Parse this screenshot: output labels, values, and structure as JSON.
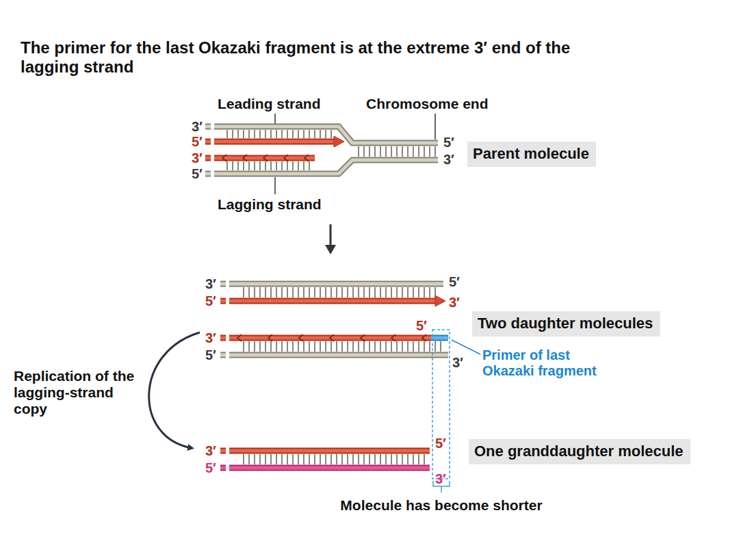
{
  "diagram": {
    "title": "The primer for the last Okazaki fragment is at the extreme 3′ end of the lagging strand",
    "nodes": [
      {
        "text": [
          "Parent molecule"
        ]
      },
      {
        "text": [
          "Two daughter molecules"
        ]
      },
      {
        "text": [
          "One granddaughter molecule"
        ]
      }
    ],
    "labels": [
      "Leading strand",
      "Chromosome end",
      "3′",
      "5′",
      "3′",
      "5′",
      "5′",
      "3′",
      "Lagging strand",
      "3′",
      "5′",
      "5′",
      "3′",
      "3′",
      "5′",
      "5′",
      "Primer of last Okazaki fragment",
      "3′",
      "Replication of the lagging-strand copy",
      "3′",
      "5′",
      "5′",
      "3′",
      "Molecule has become shorter"
    ]
  }
}
